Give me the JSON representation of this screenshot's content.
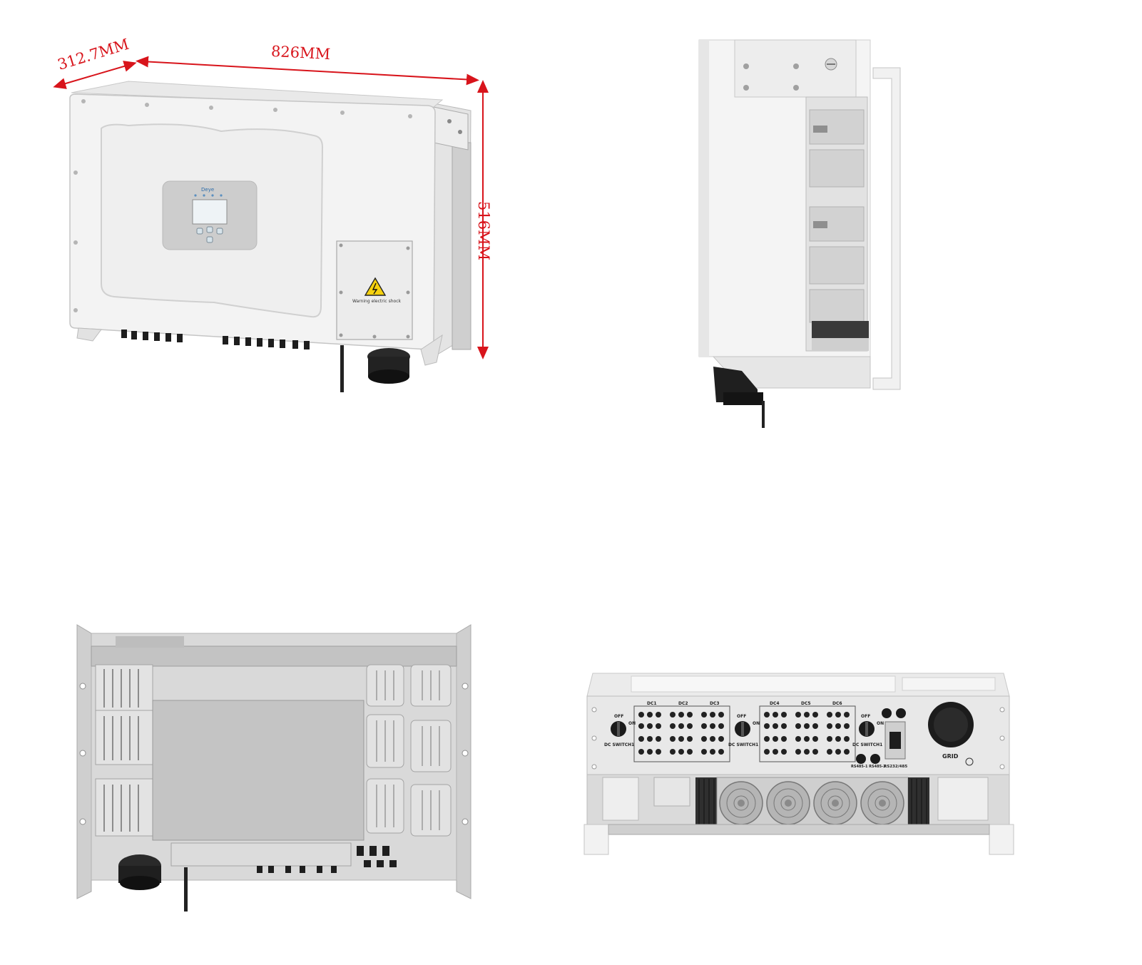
{
  "dimensions": {
    "depth": "312.7MM",
    "width": "826MM",
    "height": "516MM"
  },
  "front_view": {
    "logo_text": "Deye",
    "warning_text": "Warning electric shock"
  },
  "bottom_view": {
    "dc_groups": [
      "DC1",
      "DC2",
      "DC3",
      "DC4",
      "DC5",
      "DC6"
    ],
    "switch_off": "OFF",
    "switch_on": "ON",
    "dc_switch_label": "DC SWITCH1",
    "rs485_label": "RS485-1 RS485-2",
    "rs232_label": "RS232/485",
    "grid_label": "GRID"
  },
  "colors": {
    "dimension_red": "#d8141b",
    "body_white": "#f2f2f2",
    "panel_grey": "#c9c9c9",
    "connector_black": "#1e1e1e"
  }
}
